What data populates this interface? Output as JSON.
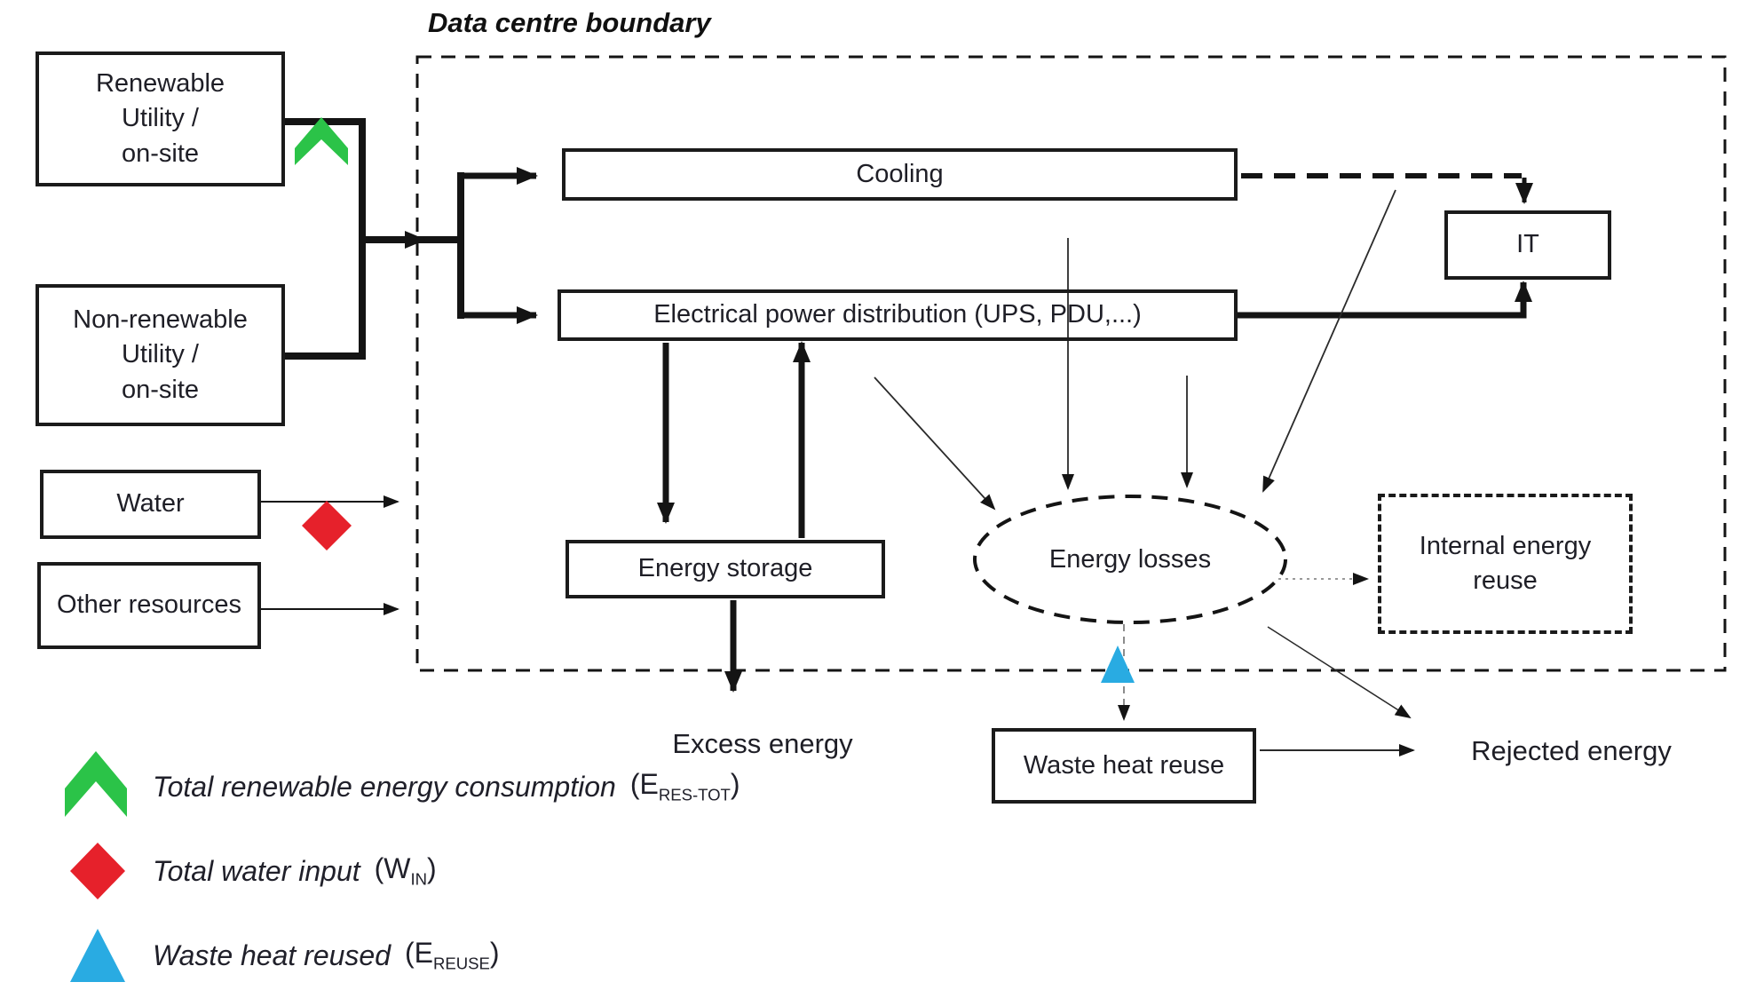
{
  "title": "Data centre boundary",
  "nodes": {
    "renewable": "Renewable\nUtility /\non-site",
    "non_renewable": "Non-renewable\nUtility /\non-site",
    "water": "Water",
    "other_resources": "Other resources",
    "cooling": "Cooling",
    "electrical_distribution": "Electrical power distribution (UPS, PDU,...)",
    "it": "IT",
    "energy_storage": "Energy storage",
    "energy_losses": "Energy losses",
    "internal_energy_reuse": "Internal energy\nreuse",
    "waste_heat_reuse": "Waste heat reuse"
  },
  "flows": {
    "excess_energy": "Excess energy",
    "rejected_energy": "Rejected energy"
  },
  "legend": {
    "items": [
      {
        "icon": "green-chevron",
        "label": "Total renewable energy consumption",
        "symbol_base": "(E",
        "symbol_sub": "RES-TOT",
        "symbol_close": ")"
      },
      {
        "icon": "red-diamond",
        "label": "Total water input",
        "symbol_base": "(W",
        "symbol_sub": "IN",
        "symbol_close": ")"
      },
      {
        "icon": "blue-triangle",
        "label": "Waste heat reused",
        "symbol_base": "(E",
        "symbol_sub": "REUSE",
        "symbol_close": ")"
      }
    ]
  },
  "colors": {
    "renewable_green": "#2BC348",
    "water_red": "#E6212B",
    "waste_blue": "#29ABE2",
    "line": "#141414",
    "text": "#1E1E26"
  }
}
